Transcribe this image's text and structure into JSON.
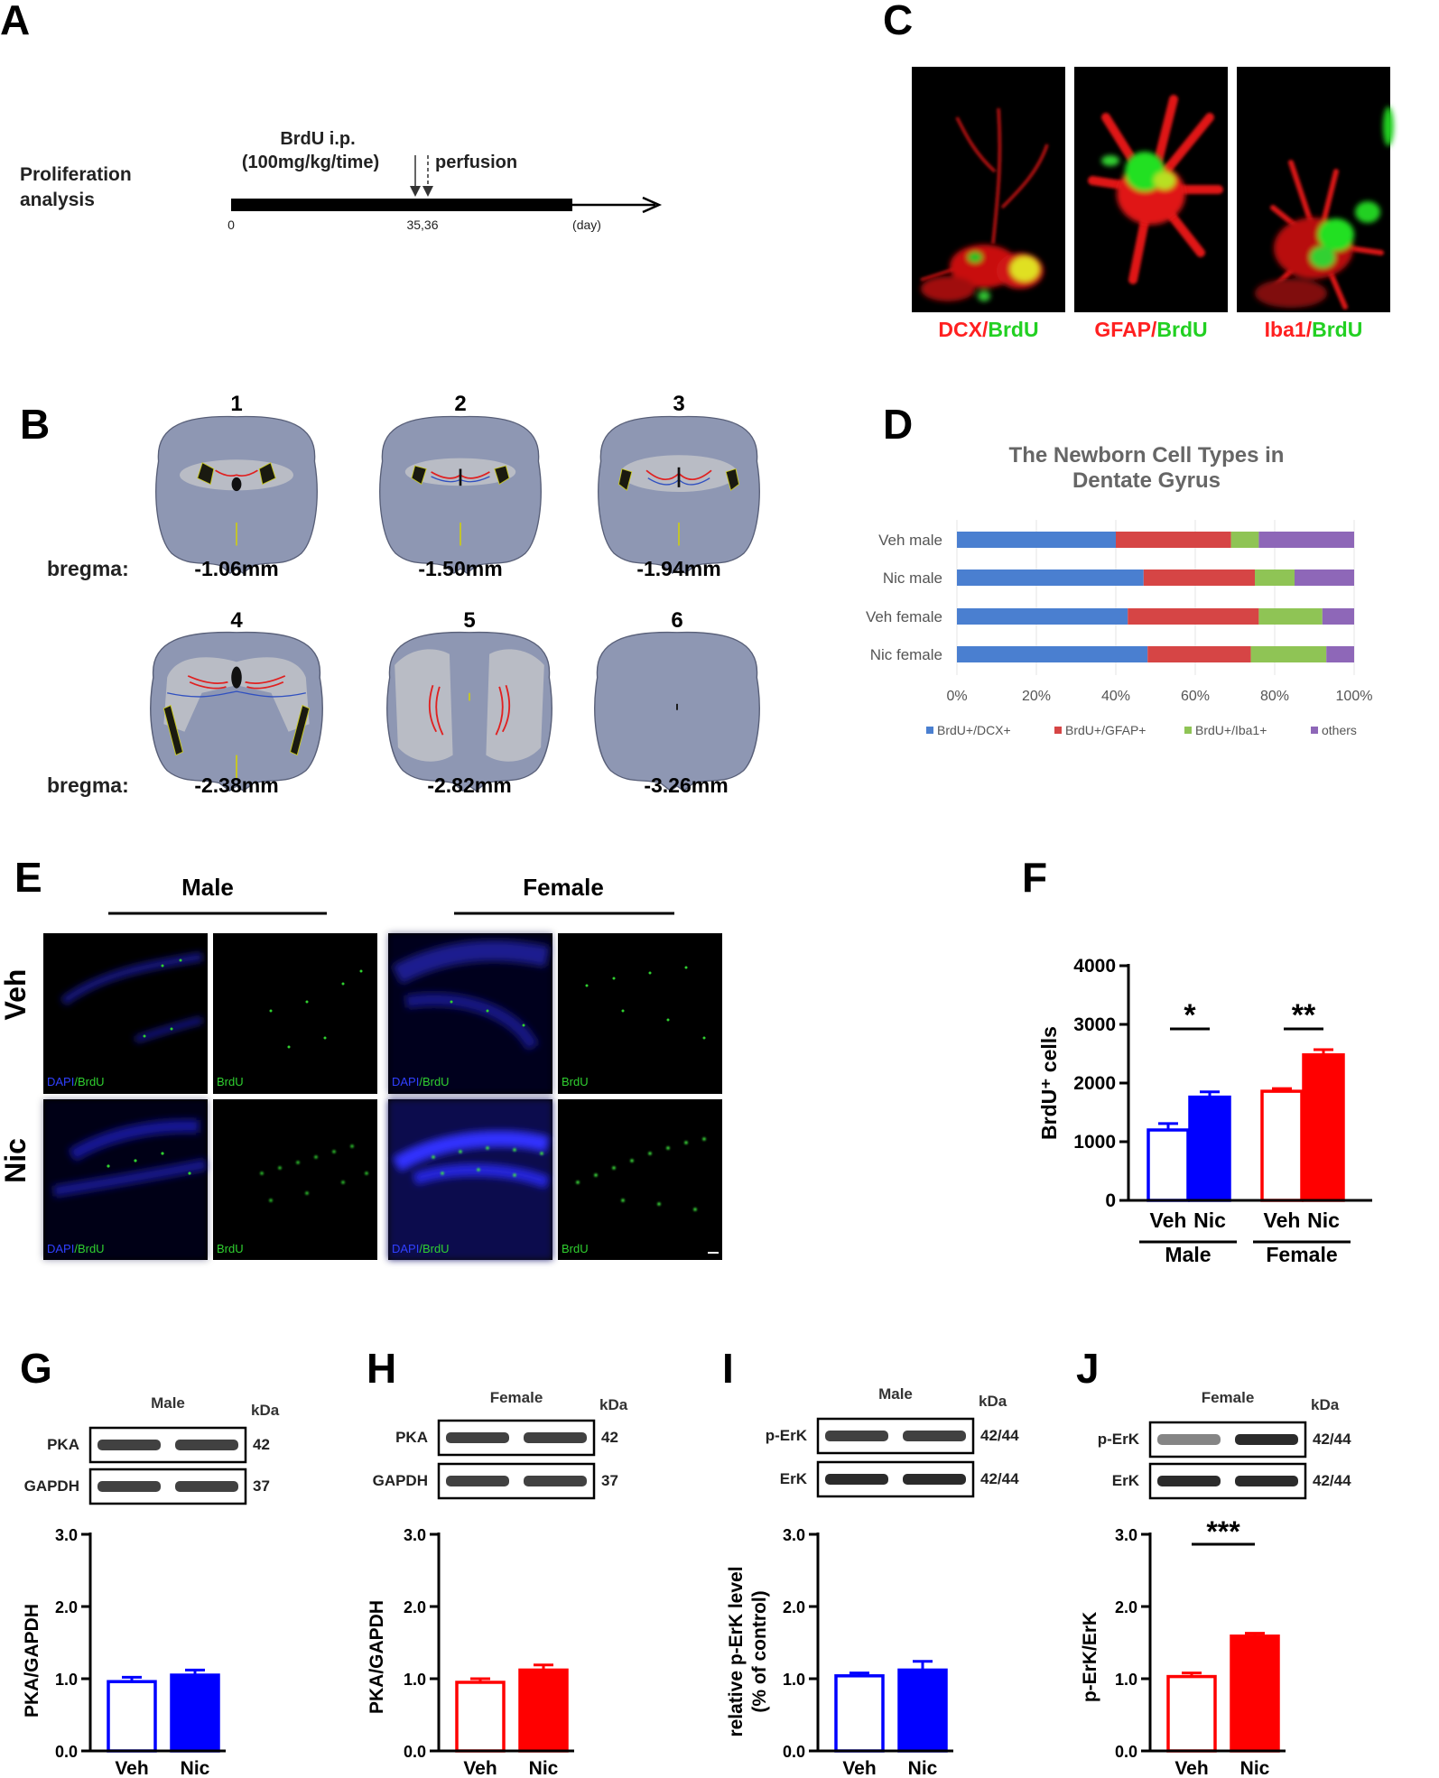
{
  "panel_letters": [
    "A",
    "B",
    "C",
    "D",
    "E",
    "F",
    "G",
    "H",
    "I",
    "J"
  ],
  "panelA": {
    "row_label": [
      "Proliferation",
      "analysis"
    ],
    "injection": [
      "BrdU i.p.",
      "(100mg/kg/time)"
    ],
    "event": "perfusion",
    "ticks": [
      "0",
      "35,36",
      "(day)"
    ]
  },
  "panelB": {
    "bregma_label": "bregma:",
    "sections": [
      {
        "num": "1",
        "bregma": "-1.06mm"
      },
      {
        "num": "2",
        "bregma": "-1.50mm"
      },
      {
        "num": "3",
        "bregma": "-1.94mm"
      },
      {
        "num": "4",
        "bregma": "-2.38mm"
      },
      {
        "num": "5",
        "bregma": "-2.82mm"
      },
      {
        "num": "6",
        "bregma": "-3.26mm"
      }
    ]
  },
  "panelC": {
    "images": [
      {
        "marker": "DCX",
        "sep": "/",
        "brdu": "BrdU",
        "marker_color": "#ff2020"
      },
      {
        "marker": "GFAP",
        "sep": "/",
        "brdu": "BrdU",
        "marker_color": "#ff2020"
      },
      {
        "marker": "Iba1",
        "sep": "/",
        "brdu": "BrdU",
        "marker_color": "#ff2020"
      }
    ],
    "brdu_color": "#22d022"
  },
  "panelE": {
    "groups": [
      "Male",
      "Female"
    ],
    "rows": [
      "Veh",
      "Nic"
    ],
    "tags": [
      "DAPI/BrdU",
      "BrdU"
    ]
  },
  "colors": {
    "blue": "#0000ff",
    "red": "#ff0000",
    "dcx": "#4a7fd0",
    "gfap": "#d64545",
    "iba1": "#8fc455",
    "others": "#8e67b8"
  },
  "chart_data": [
    {
      "id": "D",
      "type": "bar",
      "orientation": "horizontal",
      "stacked": true,
      "title": [
        "The Newborn Cell Types in",
        "Dentate Gyrus"
      ],
      "categories": [
        "Veh male",
        "Nic male",
        "Veh female",
        "Nic female"
      ],
      "series": [
        {
          "name": "BrdU+/DCX+",
          "values": [
            40,
            47,
            43,
            48
          ]
        },
        {
          "name": "BrdU+/GFAP+",
          "values": [
            29,
            28,
            33,
            26
          ]
        },
        {
          "name": "BrdU+/Iba1+",
          "values": [
            7,
            10,
            16,
            19
          ]
        },
        {
          "name": "others",
          "values": [
            24,
            15,
            8,
            7
          ]
        }
      ],
      "xlim": [
        0,
        100
      ],
      "xticks": [
        "0%",
        "20%",
        "40%",
        "60%",
        "80%",
        "100%"
      ],
      "legend": "bottom"
    },
    {
      "id": "F",
      "type": "bar",
      "ylabel": "BrdU⁺ cells",
      "ylim": [
        0,
        4000
      ],
      "yticks": [
        "0",
        "1000",
        "2000",
        "3000",
        "4000"
      ],
      "bars": [
        {
          "label": "Veh",
          "value": 1200,
          "err": 110,
          "color": "#0000ff",
          "fill": "open"
        },
        {
          "label": "Nic",
          "value": 1760,
          "err": 90,
          "color": "#0000ff",
          "fill": "solid"
        },
        {
          "label": "Veh",
          "value": 1860,
          "err": 45,
          "color": "#ff0000",
          "fill": "open"
        },
        {
          "label": "Nic",
          "value": 2480,
          "err": 90,
          "color": "#ff0000",
          "fill": "solid"
        }
      ],
      "groups": [
        "Male",
        "Female"
      ],
      "significance": [
        "*",
        "**"
      ]
    },
    {
      "id": "G",
      "type": "bar",
      "blot_title": "Male",
      "kda": "kDa",
      "blot_rows": [
        {
          "name": "PKA",
          "kda": "42"
        },
        {
          "name": "GAPDH",
          "kda": "37"
        }
      ],
      "ylabel": "PKA/GAPDH",
      "ylim": [
        0,
        3
      ],
      "yticks": [
        "0.0",
        "1.0",
        "2.0",
        "3.0"
      ],
      "bars": [
        {
          "label": "Veh",
          "value": 0.96,
          "err": 0.06,
          "color": "#0000ff",
          "fill": "open"
        },
        {
          "label": "Nic",
          "value": 1.05,
          "err": 0.07,
          "color": "#0000ff",
          "fill": "solid"
        }
      ],
      "significance": []
    },
    {
      "id": "H",
      "type": "bar",
      "blot_title": "Female",
      "kda": "kDa",
      "blot_rows": [
        {
          "name": "PKA",
          "kda": "42"
        },
        {
          "name": "GAPDH",
          "kda": "37"
        }
      ],
      "ylabel": "PKA/GAPDH",
      "ylim": [
        0,
        3
      ],
      "yticks": [
        "0.0",
        "1.0",
        "2.0",
        "3.0"
      ],
      "bars": [
        {
          "label": "Veh",
          "value": 0.95,
          "err": 0.05,
          "color": "#ff0000",
          "fill": "open"
        },
        {
          "label": "Nic",
          "value": 1.12,
          "err": 0.07,
          "color": "#ff0000",
          "fill": "solid"
        }
      ],
      "significance": []
    },
    {
      "id": "I",
      "type": "bar",
      "blot_title": "Male",
      "kda": "kDa",
      "blot_rows": [
        {
          "name": "p-ErK",
          "kda": "42/44"
        },
        {
          "name": "ErK",
          "kda": "42/44"
        }
      ],
      "ylabel": [
        "relative p-ErK level",
        "(% of control)"
      ],
      "ylim": [
        0,
        3
      ],
      "yticks": [
        "0.0",
        "1.0",
        "2.0",
        "3.0"
      ],
      "bars": [
        {
          "label": "Veh",
          "value": 1.04,
          "err": 0.04,
          "color": "#0000ff",
          "fill": "open"
        },
        {
          "label": "Nic",
          "value": 1.12,
          "err": 0.12,
          "color": "#0000ff",
          "fill": "solid"
        }
      ],
      "significance": []
    },
    {
      "id": "J",
      "type": "bar",
      "blot_title": "Female",
      "kda": "kDa",
      "blot_rows": [
        {
          "name": "p-ErK",
          "kda": "42/44"
        },
        {
          "name": "ErK",
          "kda": "42/44"
        }
      ],
      "ylabel": "p-ErK/ErK",
      "ylim": [
        0,
        3
      ],
      "yticks": [
        "0.0",
        "1.0",
        "2.0",
        "3.0"
      ],
      "bars": [
        {
          "label": "Veh",
          "value": 1.03,
          "err": 0.05,
          "color": "#ff0000",
          "fill": "open"
        },
        {
          "label": "Nic",
          "value": 1.59,
          "err": 0.04,
          "color": "#ff0000",
          "fill": "solid"
        }
      ],
      "significance": [
        "***"
      ]
    }
  ]
}
